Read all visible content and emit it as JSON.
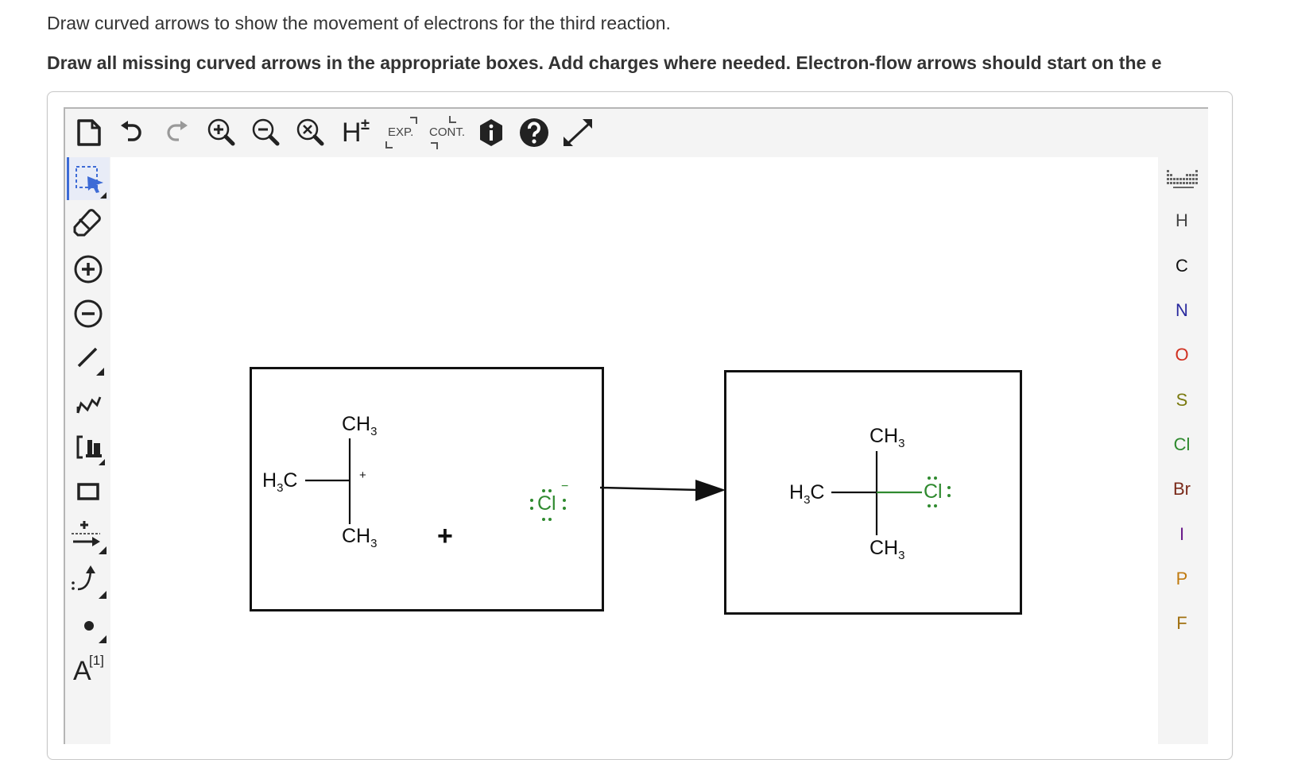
{
  "instructions": {
    "line1": "Draw curved arrows to show the movement of electrons for the third reaction.",
    "line2": "Draw all missing curved arrows in the appropriate boxes. Add charges where needed. Electron-flow arrows should start on the e"
  },
  "toolbar": {
    "new": "new-document-icon",
    "undo": "undo-icon",
    "redo": "redo-icon",
    "zoom_in": "zoom-in-icon",
    "zoom_out": "zoom-out-icon",
    "zoom_reset": "zoom-reset-icon",
    "h_label": "H",
    "h_sup": "±",
    "exp_label": "EXP.",
    "cont_label": "CONT.",
    "info": "info-icon",
    "help": "help-icon",
    "fullscreen": "fullscreen-icon"
  },
  "left_tools": [
    {
      "name": "selection-tool",
      "icon": "selection-icon",
      "selected": true
    },
    {
      "name": "eraser-tool",
      "icon": "eraser-icon"
    },
    {
      "name": "positive-charge-tool",
      "icon": "plus-circle-icon"
    },
    {
      "name": "negative-charge-tool",
      "icon": "minus-circle-icon"
    },
    {
      "name": "bond-tool",
      "icon": "bond-icon"
    },
    {
      "name": "chain-tool",
      "icon": "chain-icon"
    },
    {
      "name": "template-tool",
      "icon": "template-icon"
    },
    {
      "name": "rectangle-tool",
      "icon": "rectangle-icon"
    },
    {
      "name": "reaction-arrow-tool",
      "icon": "reaction-arrow-icon"
    },
    {
      "name": "curved-arrow-tool",
      "icon": "curved-arrow-icon"
    },
    {
      "name": "electron-dot-tool",
      "icon": "electron-dot-icon"
    },
    {
      "name": "text-tool",
      "icon": "text-icon",
      "label": "A",
      "sup": "[1]"
    }
  ],
  "periodic_table_icon": "periodic-table-icon",
  "elements": [
    {
      "symbol": "H",
      "color": "#444444"
    },
    {
      "symbol": "C",
      "color": "#111111"
    },
    {
      "symbol": "N",
      "color": "#2a2a9e"
    },
    {
      "symbol": "O",
      "color": "#d03020"
    },
    {
      "symbol": "S",
      "color": "#7a7a10"
    },
    {
      "symbol": "Cl",
      "color": "#2f8a2f"
    },
    {
      "symbol": "Br",
      "color": "#7a2a1a"
    },
    {
      "symbol": "I",
      "color": "#6a1a8a"
    },
    {
      "symbol": "P",
      "color": "#c07a10"
    },
    {
      "symbol": "F",
      "color": "#a07010"
    }
  ],
  "reactants": {
    "ch3_top": "CH",
    "ch3_bottom": "CH",
    "h3c": "H",
    "sub3": "3",
    "carbocation_charge": "+",
    "plus_sign": "+",
    "chloride": "Cl",
    "chloride_charge": "−",
    "chloride_color": "#2f8a2f"
  },
  "product": {
    "ch3_top": "CH",
    "ch3_bottom": "CH",
    "h3c": "H",
    "sub3": "3",
    "chlorine": "Cl",
    "chlorine_color": "#2f8a2f"
  }
}
